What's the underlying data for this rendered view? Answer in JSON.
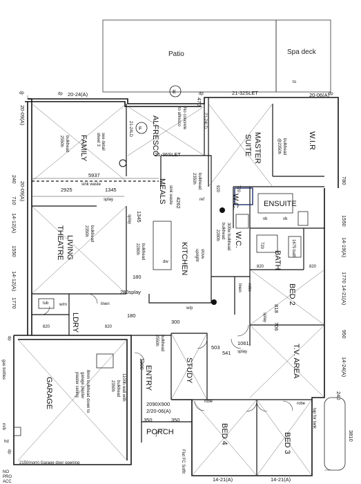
{
  "outdoor": {
    "patio": "Patio",
    "spa_deck": "Spa deck",
    "to": "to"
  },
  "rooms": {
    "family": "FAMILY",
    "alfresco": "ALFRESCO",
    "meals": "MEALS",
    "master_suite_1": "MASTER",
    "master_suite_2": "SUITE",
    "wir": "W.I.R",
    "ensuite": "ENSUITE",
    "wc": "W.C.",
    "bath": "BATH",
    "living_theatre_1": "LIVING",
    "living_theatre_2": "THEATRE",
    "kitchen": "KITCHEN",
    "ldry": "LDRY",
    "bed2": "BED 2",
    "tv_area": "T.V. AREA",
    "garage": "GARAGE",
    "entry": "ENTRY",
    "study": "STUDY",
    "porch": "PORCH",
    "bed4": "BED 4",
    "bed3": "BED 3"
  },
  "markers": {
    "e": "E",
    "f": "F"
  },
  "dims": {
    "d5937": "5937",
    "d2925": "2925",
    "d1345": "1345",
    "d1345b": "1345",
    "d4262": "4262",
    "d920": "920",
    "d820a": "820",
    "d820b": "820",
    "d820c": "820",
    "d820d": "820",
    "d720a": "720",
    "d720b": "720",
    "d780": "780",
    "d1550a": "1550",
    "d1550b": "1550",
    "d1770a": "1770",
    "d1770b": "1770",
    "d950": "950",
    "d470": "470",
    "d240a": "240",
    "d240b": "240",
    "d710": "710",
    "d300": "300",
    "d180a": "180",
    "d180b": "180",
    "d1300": "1300",
    "d503": "503",
    "d541": "541",
    "d1061": "1061",
    "d818": "818",
    "d706": "706",
    "d350a": "350",
    "d350b": "350",
    "d3810": "3810",
    "d280": "280splay"
  },
  "notes": {
    "w20_24a": "20-24(A)",
    "w21_32slet": "21-32SLET",
    "w20_06a": "20-06(A)",
    "w20_09a": "20-09(A)",
    "w21_24ld": "21-24LD",
    "w21_24ld2": "21-24LD",
    "w21_36slet": "21-36SLET",
    "w14_12a": "14-12(A)",
    "w14_12a2": "14-12(A)",
    "w20_09a2": "20-09(A)",
    "w14_19a": "14-19(A)",
    "w14_21a": "14-21(A)",
    "w14_24a": "14-24(A)",
    "w14_21a_b1": "14-21(A)",
    "w14_21a_b2": "14-21(A)",
    "w2090": "2090X900",
    "w2_20_06": "2/20-06(A)",
    "dp1": "dp",
    "dp2": "dp",
    "dp3": "dp",
    "dp4": "dp",
    "dp5": "dp",
    "dp6": "dp",
    "bulkhead_2550": "bulkhead",
    "b2550": "2550h",
    "see_detail": "see detail",
    "sheet3": "sheet 3",
    "no_concrete": "No concrete",
    "to_alfresco": "to alfresco",
    "sink_waste": "sink waste",
    "splay": "splay",
    "splay2": "splay",
    "splay3": "splay",
    "splay4": "splay",
    "bulkhead_master": "bulkhead",
    "b2350_master": "@2350h",
    "sink_waste2": "sink waste",
    "bulkhead_meals": "bulkhead",
    "b2350_meals": "2350h",
    "bulkhead_living": "bulkhead",
    "b2350_living": "2350h",
    "bulkhead_kitchen": "bulkhead",
    "b2280": "2280h",
    "b2280_2": "2280h",
    "bulkhead_k2": "bulkhead",
    "b300w": "300w bulkhead",
    "linen": "linen",
    "linen2": "linen",
    "robe": "robe",
    "robe2": "robe",
    "robe3": "robe",
    "wm": "w/m",
    "tub": "tub",
    "dw": "dw",
    "ref": "ref",
    "upright": "upright",
    "stove": "stove",
    "wp": "w/p",
    "bath_small": "1675 bath",
    "vb": "vb",
    "vb2": "vb",
    "bulkhead_entry": "bulkhead",
    "b2550_entry": "2550h",
    "bulkhead_e2": "bulkhead",
    "b2350_e2": "2350h",
    "wall_1100": "1100h wall with",
    "pier_bulkhead": "8mm bulkhead down to",
    "garage_plaster": "garage plaster",
    "plaster_ceiling": "plaster ceiling",
    "garage_door": "2150(nom) Garage door opening",
    "flat_fc": "Flat FC Soffit",
    "tap_for_tank": "tap for tank",
    "gas_bottles": "gas bottles",
    "wb": "m/b",
    "hd": "hd",
    "n1": "NO",
    "n2": "PRO",
    "n3": "ACC"
  }
}
